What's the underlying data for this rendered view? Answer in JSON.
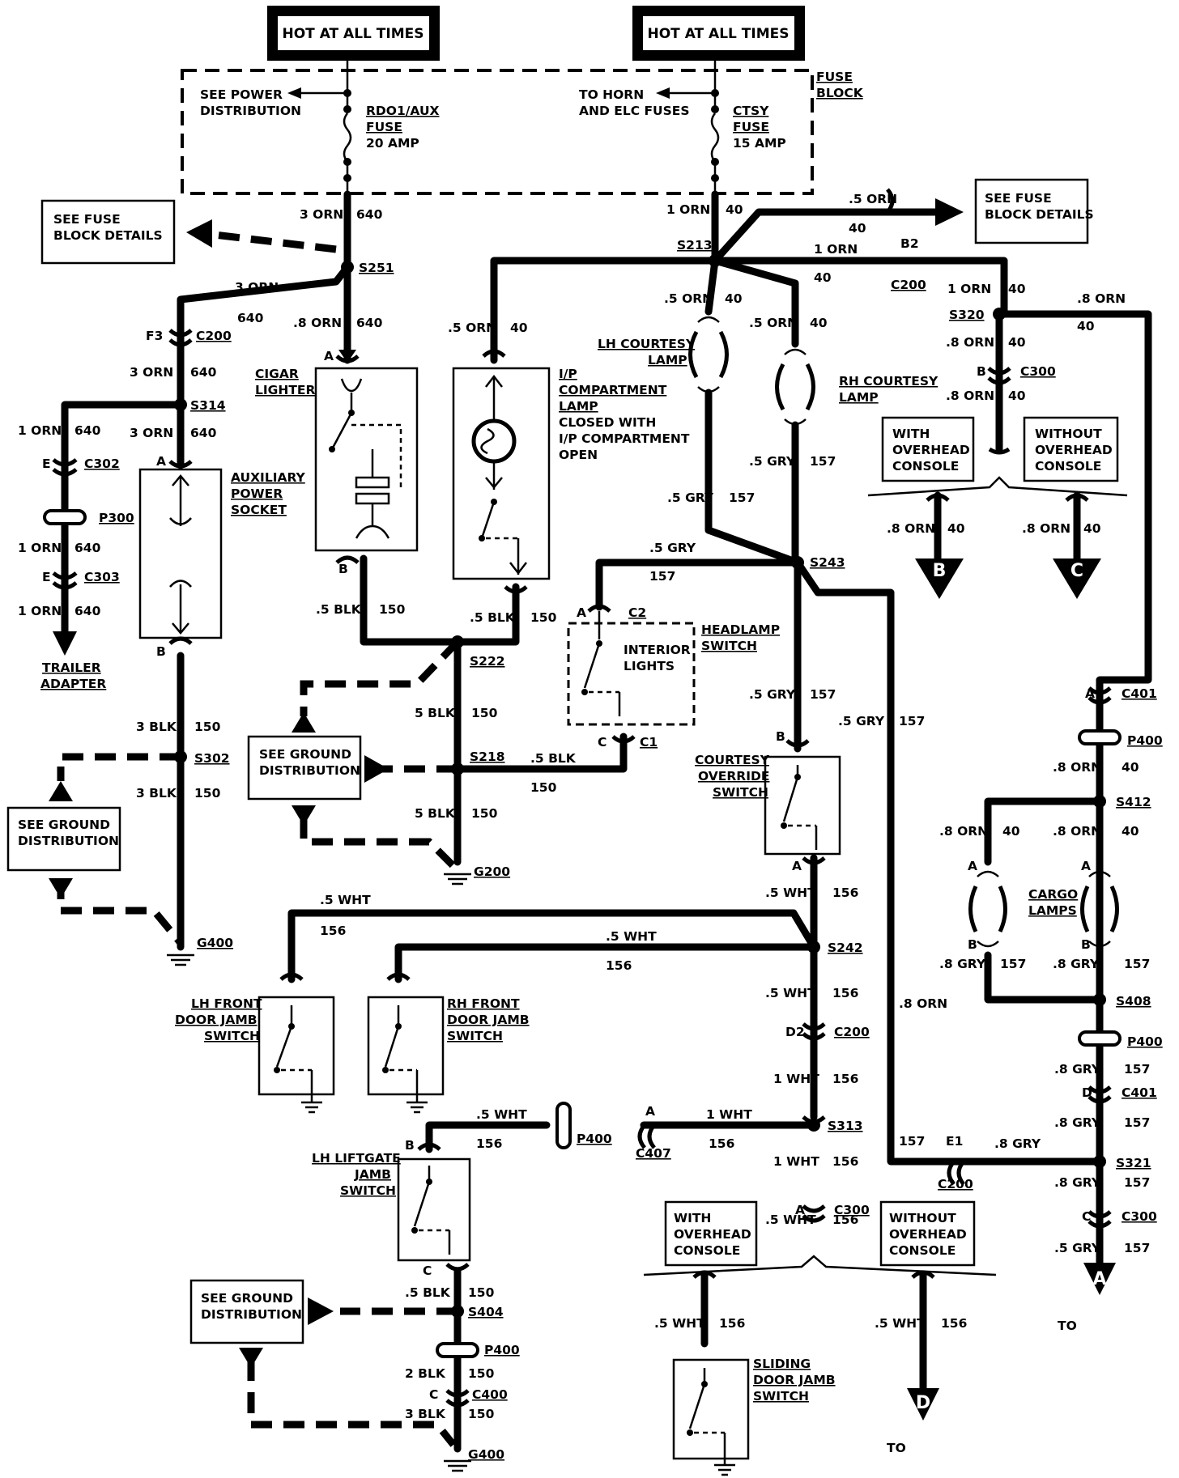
{
  "header": {
    "hot_left": "HOT AT ALL TIMES",
    "hot_right": "HOT AT ALL TIMES"
  },
  "fuse_block": {
    "label1": "FUSE",
    "label2": "BLOCK",
    "see_power_1": "SEE POWER",
    "see_power_2": "DISTRIBUTION",
    "to_horn_1": "TO HORN",
    "to_horn_2": "AND ELC FUSES",
    "fuse1_1": "RDO1/AUX",
    "fuse1_2": "FUSE",
    "fuse1_3": "20 AMP",
    "fuse2_1": "CTSY",
    "fuse2_2": "FUSE",
    "fuse2_3": "15 AMP"
  },
  "boxes": {
    "fuse_details_left_1": "SEE FUSE",
    "fuse_details_left_2": "BLOCK DETAILS",
    "fuse_details_right_1": "SEE FUSE",
    "fuse_details_right_2": "BLOCK DETAILS",
    "with_oc_1": "WITH",
    "with_oc_2": "OVERHEAD",
    "with_oc_3": "CONSOLE",
    "without_oc_1": "WITHOUT",
    "without_oc_2": "OVERHEAD",
    "without_oc_3": "CONSOLE",
    "gnd_1": "SEE GROUND",
    "gnd_2": "DISTRIBUTION"
  },
  "components": {
    "cigar_1": "CIGAR",
    "cigar_2": "LIGHTER",
    "aux_1": "AUXILIARY",
    "aux_2": "POWER",
    "aux_3": "SOCKET",
    "ip_1": "I/P",
    "ip_2": "COMPARTMENT",
    "ip_3": "LAMP",
    "ip_4": "CLOSED WITH",
    "ip_5": "I/P COMPARTMENT",
    "ip_6": "OPEN",
    "lh_court_1": "LH COURTESY",
    "lh_court_2": "LAMP",
    "rh_court_1": "RH COURTESY",
    "rh_court_2": "LAMP",
    "headlamp_1": "HEADLAMP",
    "headlamp_2": "SWITCH",
    "interior_1": "INTERIOR",
    "interior_2": "LIGHTS",
    "override_1": "COURTESY",
    "override_2": "OVERRIDE",
    "override_3": "SWITCH",
    "lh_door_1": "LH FRONT",
    "lh_door_2": "DOOR JAMB",
    "lh_door_3": "SWITCH",
    "rh_door_1": "RH FRONT",
    "rh_door_2": "DOOR JAMB",
    "rh_door_3": "SWITCH",
    "liftgate_1": "LH LIFTGATE",
    "liftgate_2": "JAMB",
    "liftgate_3": "SWITCH",
    "sliding_1": "SLIDING",
    "sliding_2": "DOOR JAMB",
    "sliding_3": "SWITCH",
    "cargo_1": "CARGO",
    "cargo_2": "LAMPS",
    "trailer_1": "TRAILER",
    "trailer_2": "ADAPTER"
  },
  "wires": {
    "orn3": "3 ORN",
    "orn_p8": ".8 ORN",
    "orn1": "1 ORN",
    "orn_p5": ".5 ORN",
    "c640": "640",
    "c40": "40",
    "gry_p5": ".5 GRY",
    "gry_p8": ".8 GRY",
    "c157": "157",
    "blk_p5": ".5 BLK",
    "blk3": "3 BLK",
    "blk5": "5 BLK",
    "blk2": "2 BLK",
    "c150": "150",
    "wht_p5": ".5 WHT",
    "wht1": "1 WHT",
    "c156": "156"
  },
  "connectors": {
    "c200": "C200",
    "c300": "C300",
    "c302": "C302",
    "c303": "C303",
    "c401": "C401",
    "c407": "C407",
    "c400": "C400",
    "c1": "C1",
    "c2": "C2",
    "p300": "P300",
    "p400": "P400",
    "f3": "F3",
    "b2": "B2",
    "d2": "D2",
    "e1": "E1",
    "pin_a": "A",
    "pin_b": "B",
    "pin_c": "C",
    "pin_d": "D",
    "pin_e": "E"
  },
  "splices": {
    "s213": "S213",
    "s251": "S251",
    "s314": "S314",
    "s320": "S320",
    "s222": "S222",
    "s218": "S218",
    "s243": "S243",
    "s302": "S302",
    "s242": "S242",
    "s313": "S313",
    "s321": "S321",
    "s412": "S412",
    "s408": "S408",
    "s404": "S404"
  },
  "grounds": {
    "g200": "G200",
    "g400": "G400"
  },
  "offpage": {
    "a": "A",
    "b": "B",
    "c": "C",
    "d": "D",
    "to": "TO"
  }
}
